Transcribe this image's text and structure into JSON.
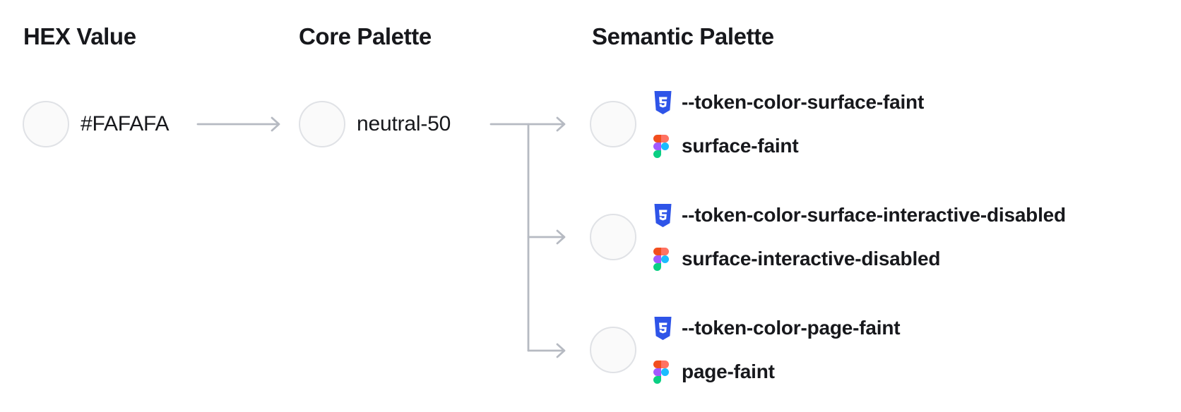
{
  "columns": [
    {
      "title": "HEX Value"
    },
    {
      "title": "Core Palette"
    },
    {
      "title": "Semantic Palette"
    }
  ],
  "hex_node": {
    "label": "#FAFAFA",
    "swatch": "#FAFAFA"
  },
  "core_node": {
    "label": "neutral-50",
    "swatch": "#FAFAFA"
  },
  "semantic_nodes": [
    {
      "css_token": "--token-color-surface-faint",
      "figma_token": "surface-faint",
      "swatch": "#FAFAFA"
    },
    {
      "css_token": "--token-color-surface-interactive-disabled",
      "figma_token": "surface-interactive-disabled",
      "swatch": "#FAFAFA"
    },
    {
      "css_token": "--token-color-page-faint",
      "figma_token": "page-faint",
      "swatch": "#FAFAFA"
    }
  ],
  "icons": {
    "css": "css3-badge-icon",
    "figma": "figma-logo-icon"
  },
  "colors": {
    "background": "#FFFFFF",
    "text": "#17181C",
    "swatch_fill": "#FAFAFA",
    "swatch_border": "#E0E2E6",
    "connector": "#B6BAC2",
    "css_icon_blue": "#2E54E8",
    "figma_orange": "#F24E1E",
    "figma_salmon": "#FF7262",
    "figma_purple": "#A259FF",
    "figma_blue": "#1ABCFE",
    "figma_green": "#0ACF83"
  }
}
